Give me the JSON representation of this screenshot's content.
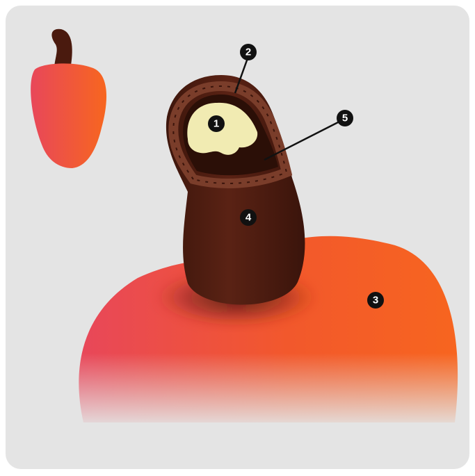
{
  "diagram": {
    "labels": [
      {
        "id": "1",
        "text": "1"
      },
      {
        "id": "2",
        "text": "2"
      },
      {
        "id": "3",
        "text": "3"
      },
      {
        "id": "4",
        "text": "4"
      },
      {
        "id": "5",
        "text": "5"
      }
    ]
  },
  "colors": {
    "background": "#e4e4e4",
    "apple_red": "#e8475a",
    "apple_orange": "#f7651f",
    "nut_brown": "#4a1a0e",
    "shell_ring": "#6b3424",
    "kernel": "#f1ebb2",
    "cavity": "#2b0f07",
    "marker": "#111111"
  }
}
